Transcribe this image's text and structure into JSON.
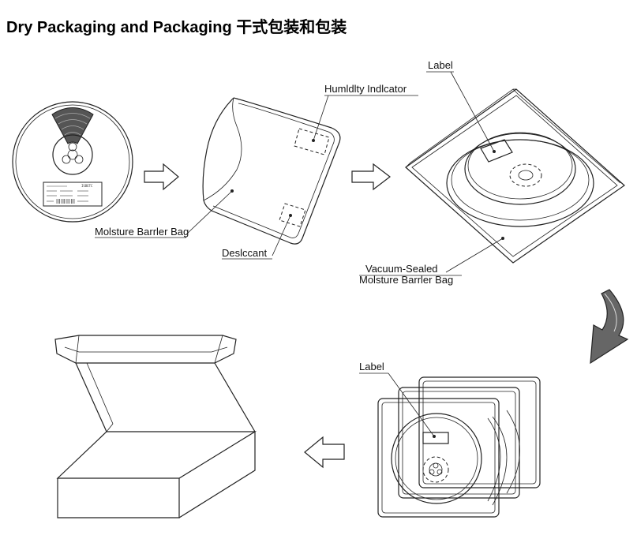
{
  "title": "Dry Packaging and Packaging 干式包装和包装",
  "labels": {
    "humidity_indicator": "Humldlty Indlcator",
    "moisture_barrier_bag": "Molsture Barrler Bag",
    "desiccant": "Deslccant",
    "label_top": "Label",
    "vacuum_line1": "Vacuum-Sealed",
    "vacuum_line2": "Molsture Barrler Bag",
    "label_bottom": "Label"
  }
}
